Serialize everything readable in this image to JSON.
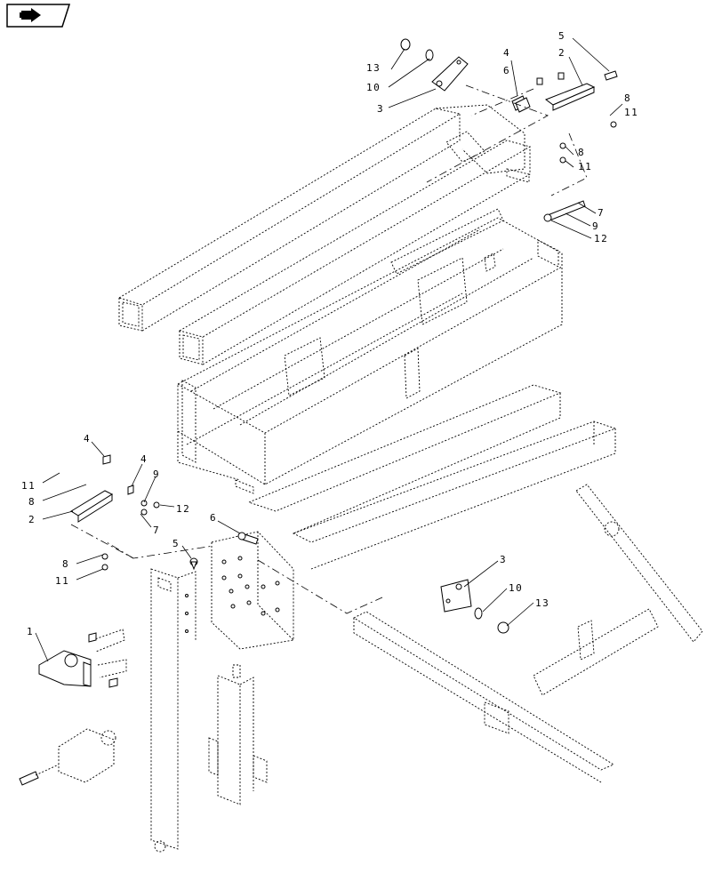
{
  "nav": {
    "icon": "back-arrow-icon"
  },
  "callouts": [
    {
      "id": "c-5-top",
      "label": "5"
    },
    {
      "id": "c-2-top",
      "label": "2"
    },
    {
      "id": "c-4-top",
      "label": "4"
    },
    {
      "id": "c-6-top",
      "label": "6"
    },
    {
      "id": "c-13-top",
      "label": "13"
    },
    {
      "id": "c-10-top",
      "label": "10"
    },
    {
      "id": "c-3-top",
      "label": "3"
    },
    {
      "id": "c-8-tr",
      "label": "8"
    },
    {
      "id": "c-11-tr",
      "label": "11"
    },
    {
      "id": "c-8-mid",
      "label": "8"
    },
    {
      "id": "c-11-mid",
      "label": "11"
    },
    {
      "id": "c-7-r",
      "label": "7"
    },
    {
      "id": "c-9-r",
      "label": "9"
    },
    {
      "id": "c-12-r",
      "label": "12"
    },
    {
      "id": "c-4-l1",
      "label": "4"
    },
    {
      "id": "c-4-l2",
      "label": "4"
    },
    {
      "id": "c-11-l",
      "label": "11"
    },
    {
      "id": "c-8-l",
      "label": "8"
    },
    {
      "id": "c-2-l",
      "label": "2"
    },
    {
      "id": "c-9-l",
      "label": "9"
    },
    {
      "id": "c-12-l",
      "label": "12"
    },
    {
      "id": "c-7-l",
      "label": "7"
    },
    {
      "id": "c-6-mid",
      "label": "6"
    },
    {
      "id": "c-5-mid",
      "label": "5"
    },
    {
      "id": "c-8-lb",
      "label": "8"
    },
    {
      "id": "c-11-lb",
      "label": "11"
    },
    {
      "id": "c-3-mid",
      "label": "3"
    },
    {
      "id": "c-10-mid",
      "label": "10"
    },
    {
      "id": "c-13-mid",
      "label": "13"
    },
    {
      "id": "c-1",
      "label": "1"
    }
  ]
}
